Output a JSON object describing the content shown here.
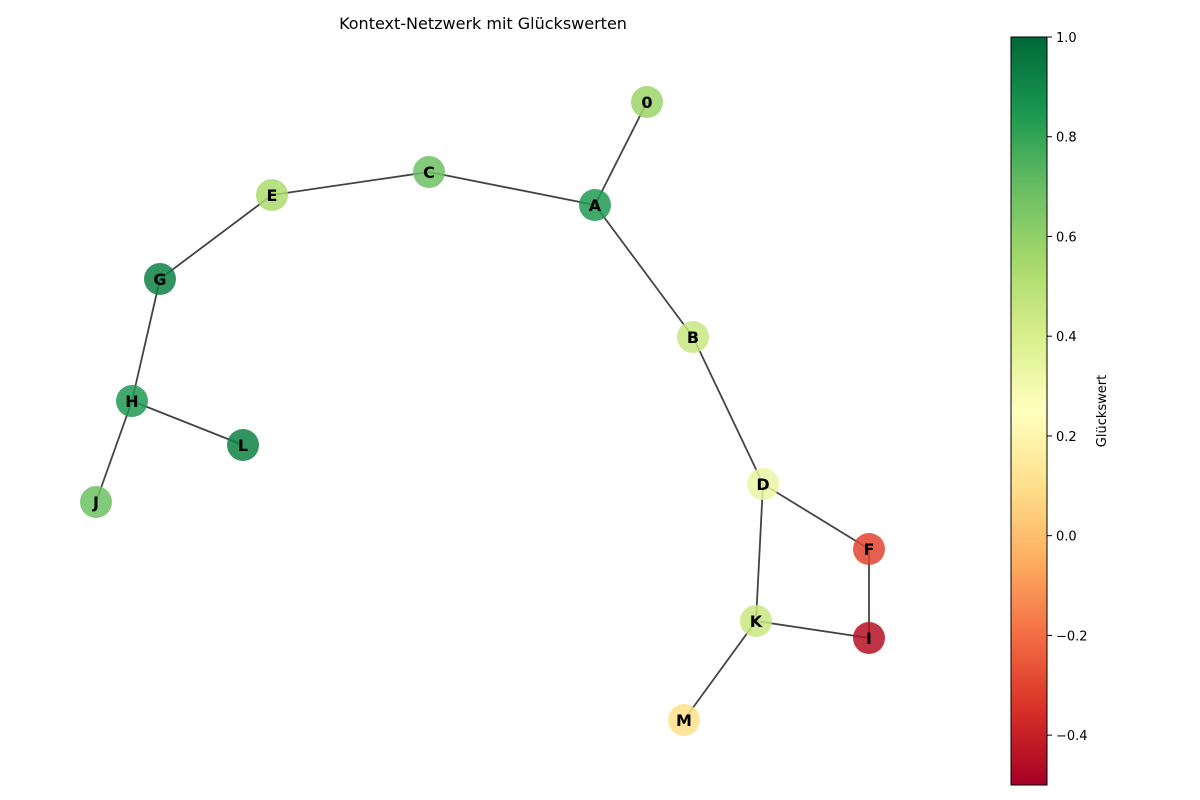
{
  "title": "Kontext-Netzwerk mit Glückswerten",
  "colorbar": {
    "label": "Glückswert",
    "min": -0.5,
    "max": 1.0,
    "ticks": [
      {
        "value": 1.0,
        "label": "1.0"
      },
      {
        "value": 0.8,
        "label": "0.8"
      },
      {
        "value": 0.6,
        "label": "0.6"
      },
      {
        "value": 0.4,
        "label": "0.4"
      },
      {
        "value": 0.2,
        "label": "0.2"
      },
      {
        "value": 0.0,
        "label": "0.0"
      },
      {
        "value": -0.2,
        "label": "−0.2"
      },
      {
        "value": -0.4,
        "label": "−0.4"
      }
    ],
    "colormap": "RdYlGn"
  },
  "nodes": [
    {
      "id": "0",
      "label": "0",
      "value": 0.57
    },
    {
      "id": "A",
      "label": "A",
      "value": 0.84
    },
    {
      "id": "B",
      "label": "B",
      "value": 0.45
    },
    {
      "id": "C",
      "label": "C",
      "value": 0.68
    },
    {
      "id": "D",
      "label": "D",
      "value": 0.33
    },
    {
      "id": "E",
      "label": "E",
      "value": 0.53
    },
    {
      "id": "F",
      "label": "F",
      "value": -0.3
    },
    {
      "id": "G",
      "label": "G",
      "value": 0.92
    },
    {
      "id": "H",
      "label": "H",
      "value": 0.84
    },
    {
      "id": "I",
      "label": "I",
      "value": -0.45
    },
    {
      "id": "J",
      "label": "J",
      "value": 0.68
    },
    {
      "id": "K",
      "label": "K",
      "value": 0.45
    },
    {
      "id": "L",
      "label": "L",
      "value": 0.92
    },
    {
      "id": "M",
      "label": "M",
      "value": 0.1
    }
  ],
  "edges": [
    [
      "0",
      "A"
    ],
    [
      "A",
      "C"
    ],
    [
      "A",
      "B"
    ],
    [
      "C",
      "E"
    ],
    [
      "E",
      "G"
    ],
    [
      "G",
      "H"
    ],
    [
      "H",
      "L"
    ],
    [
      "H",
      "J"
    ],
    [
      "B",
      "D"
    ],
    [
      "D",
      "F"
    ],
    [
      "D",
      "K"
    ],
    [
      "F",
      "I"
    ],
    [
      "K",
      "I"
    ],
    [
      "K",
      "M"
    ]
  ]
}
